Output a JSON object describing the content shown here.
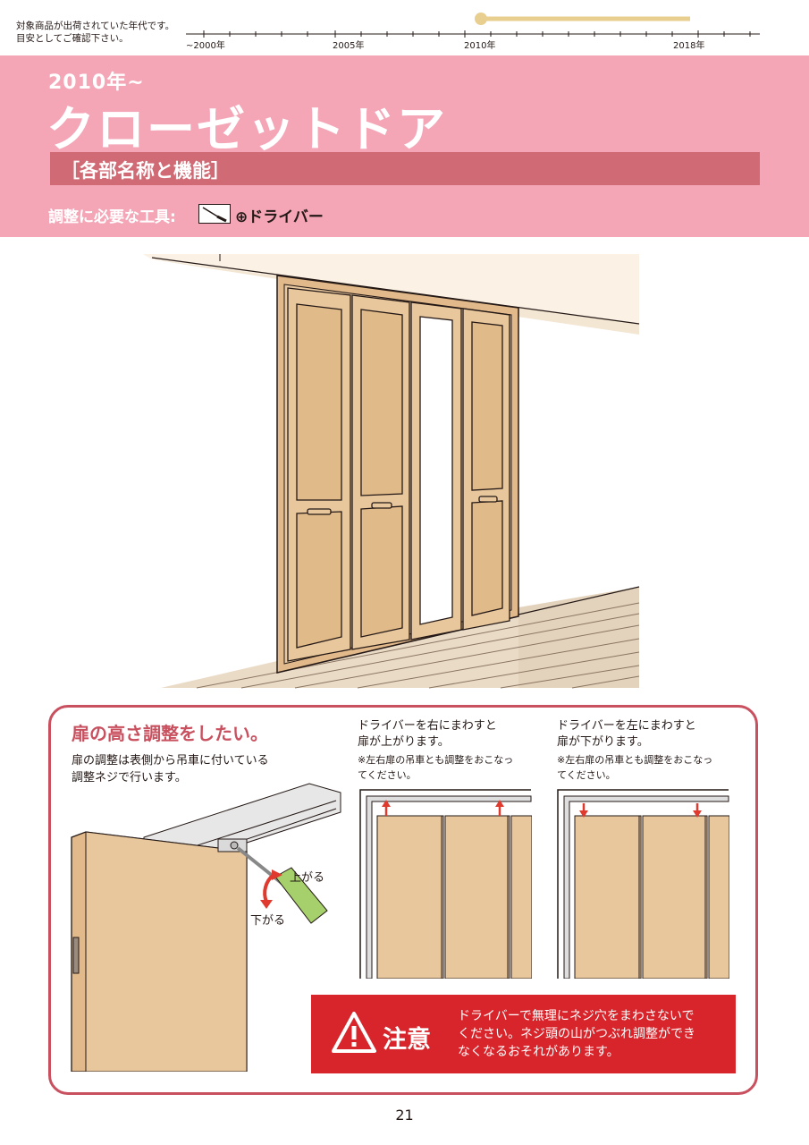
{
  "timeline": {
    "note": [
      "対象商品が出荷されていた年代です。",
      "目安としてご確認下さい。"
    ],
    "labels": [
      "~2000年",
      "2005年",
      "2010年",
      "2018年"
    ],
    "highlight_color": "#e8cf8f"
  },
  "header": {
    "era": "2010年~",
    "title": "クローゼットドア",
    "subtitle": "［各部名称と機能］",
    "tools_label": "調整に必要な工具:",
    "tool_name": "⊕ドライバー",
    "background": "#f4a6b6",
    "accent": "#d06a74"
  },
  "panel": {
    "heading": "扉の高さ調整をしたい。",
    "description": [
      "扉の調整は表側から吊車に付いている",
      "調整ネジで行います。"
    ],
    "up_label": "上がる",
    "down_label": "下がる",
    "right_turn": {
      "text": [
        "ドライバーを右にまわすと",
        "扉が上がります。"
      ],
      "note": [
        "※左右扉の吊車とも調整をおこなっ",
        "てください。"
      ]
    },
    "left_turn": {
      "text": [
        "ドライバーを左にまわすと",
        "扉が下がります。"
      ],
      "note": [
        "※左右扉の吊車とも調整をおこなっ",
        "てください。"
      ]
    },
    "warning": {
      "label": "注意",
      "text": [
        "ドライバーで無理にネジ穴をまわさないで",
        "ください。ネジ頭の山がつぶれ調整ができ",
        "なくなるおそれがあります。"
      ],
      "color": "#d7252b"
    }
  },
  "page_number": "21"
}
